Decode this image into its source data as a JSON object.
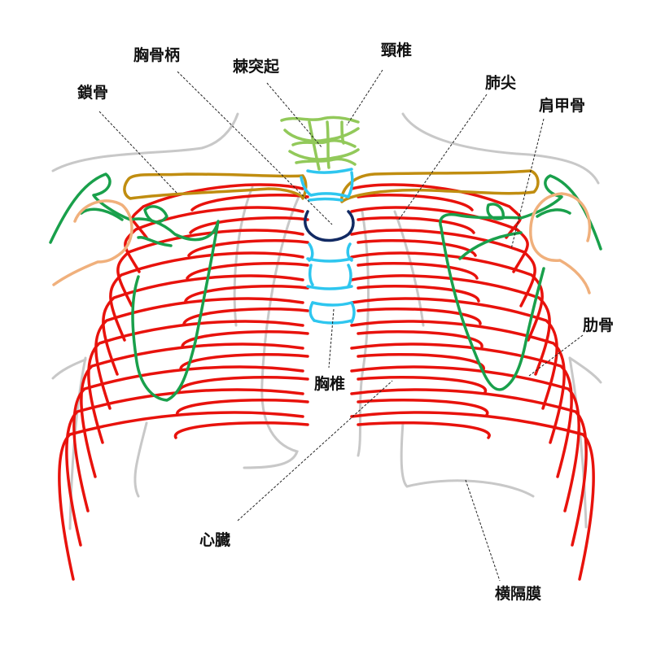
{
  "colors": {
    "rib": "#e8120c",
    "clavicle": "#c08d10",
    "scapula": "#19a04b",
    "cervical": "#92c95a",
    "thoracic": "#2ec6ef",
    "manubrium": "#122a63",
    "humerus": "#f0b07c",
    "outline": "#c8c8c8"
  },
  "labels": {
    "manubrium": "胸骨柄",
    "spinous_process": "棘突起",
    "cervical_spine": "頸椎",
    "lung_apex": "肺尖",
    "clavicle": "鎖骨",
    "scapula": "肩甲骨",
    "rib": "肋骨",
    "thoracic_spine": "胸椎",
    "heart": "心臓",
    "diaphragm": "横隔膜"
  },
  "icons": []
}
